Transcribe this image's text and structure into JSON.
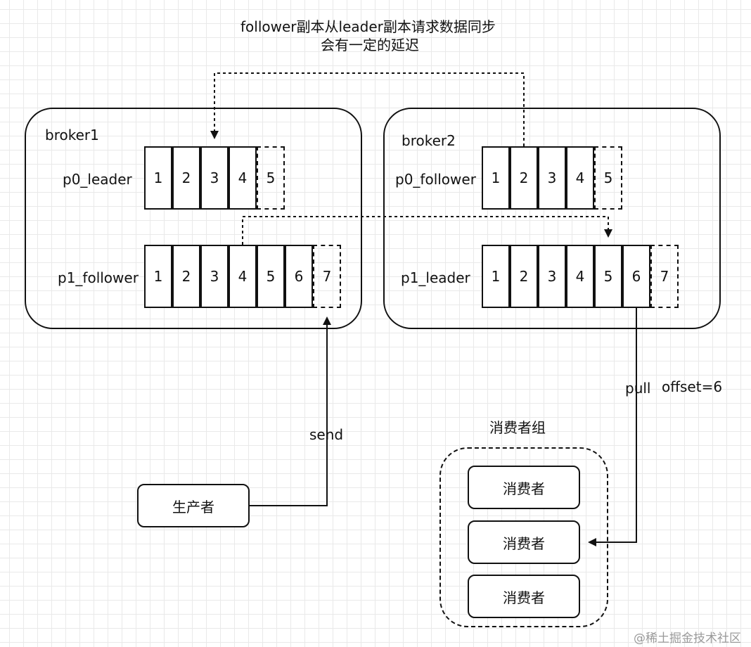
{
  "note": {
    "line1": "follower副本从leader副本请求数据同步",
    "line2": "会有一定的延迟"
  },
  "broker1": {
    "title": "broker1",
    "p0": {
      "label": "p0_leader",
      "cells": [
        "1",
        "2",
        "3",
        "4",
        "5"
      ],
      "pending": [
        false,
        false,
        false,
        false,
        true
      ]
    },
    "p1": {
      "label": "p1_follower",
      "cells": [
        "1",
        "2",
        "3",
        "4",
        "5",
        "6",
        "7"
      ],
      "pending": [
        false,
        false,
        false,
        false,
        false,
        false,
        true
      ]
    }
  },
  "broker2": {
    "title": "broker2",
    "p0": {
      "label": "p0_follower",
      "cells": [
        "1",
        "2",
        "3",
        "4",
        "5"
      ],
      "pending": [
        false,
        false,
        false,
        false,
        true
      ]
    },
    "p1": {
      "label": "p1_leader",
      "cells": [
        "1",
        "2",
        "3",
        "4",
        "5",
        "6",
        "7"
      ],
      "pending": [
        false,
        false,
        false,
        false,
        false,
        false,
        true
      ]
    }
  },
  "producer": {
    "label": "生产者"
  },
  "send_label": "send",
  "pull_label": "pull",
  "offset_label": "offset=6",
  "consumer_group": {
    "title": "消费者组",
    "consumers": [
      "消费者",
      "消费者",
      "消费者"
    ]
  },
  "watermark": "@稀土掘金技术社区"
}
